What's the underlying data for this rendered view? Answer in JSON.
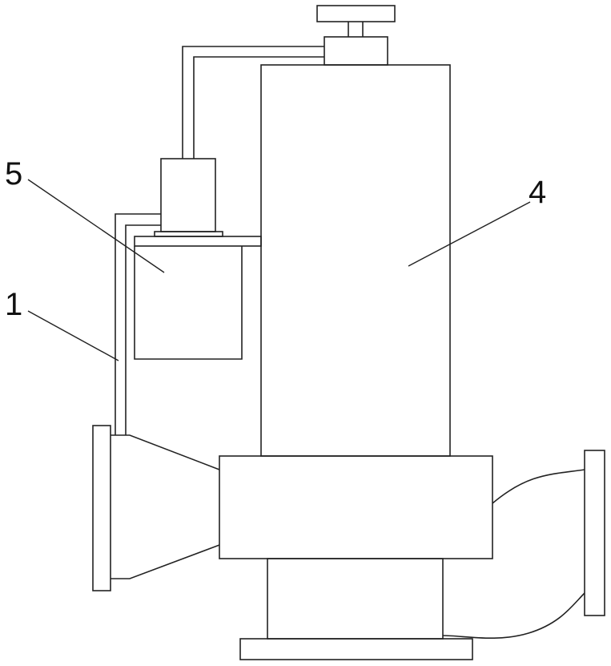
{
  "figure": {
    "labels": {
      "part_1": "1",
      "part_4": "4",
      "part_5": "5"
    },
    "line_color": "#222222"
  }
}
